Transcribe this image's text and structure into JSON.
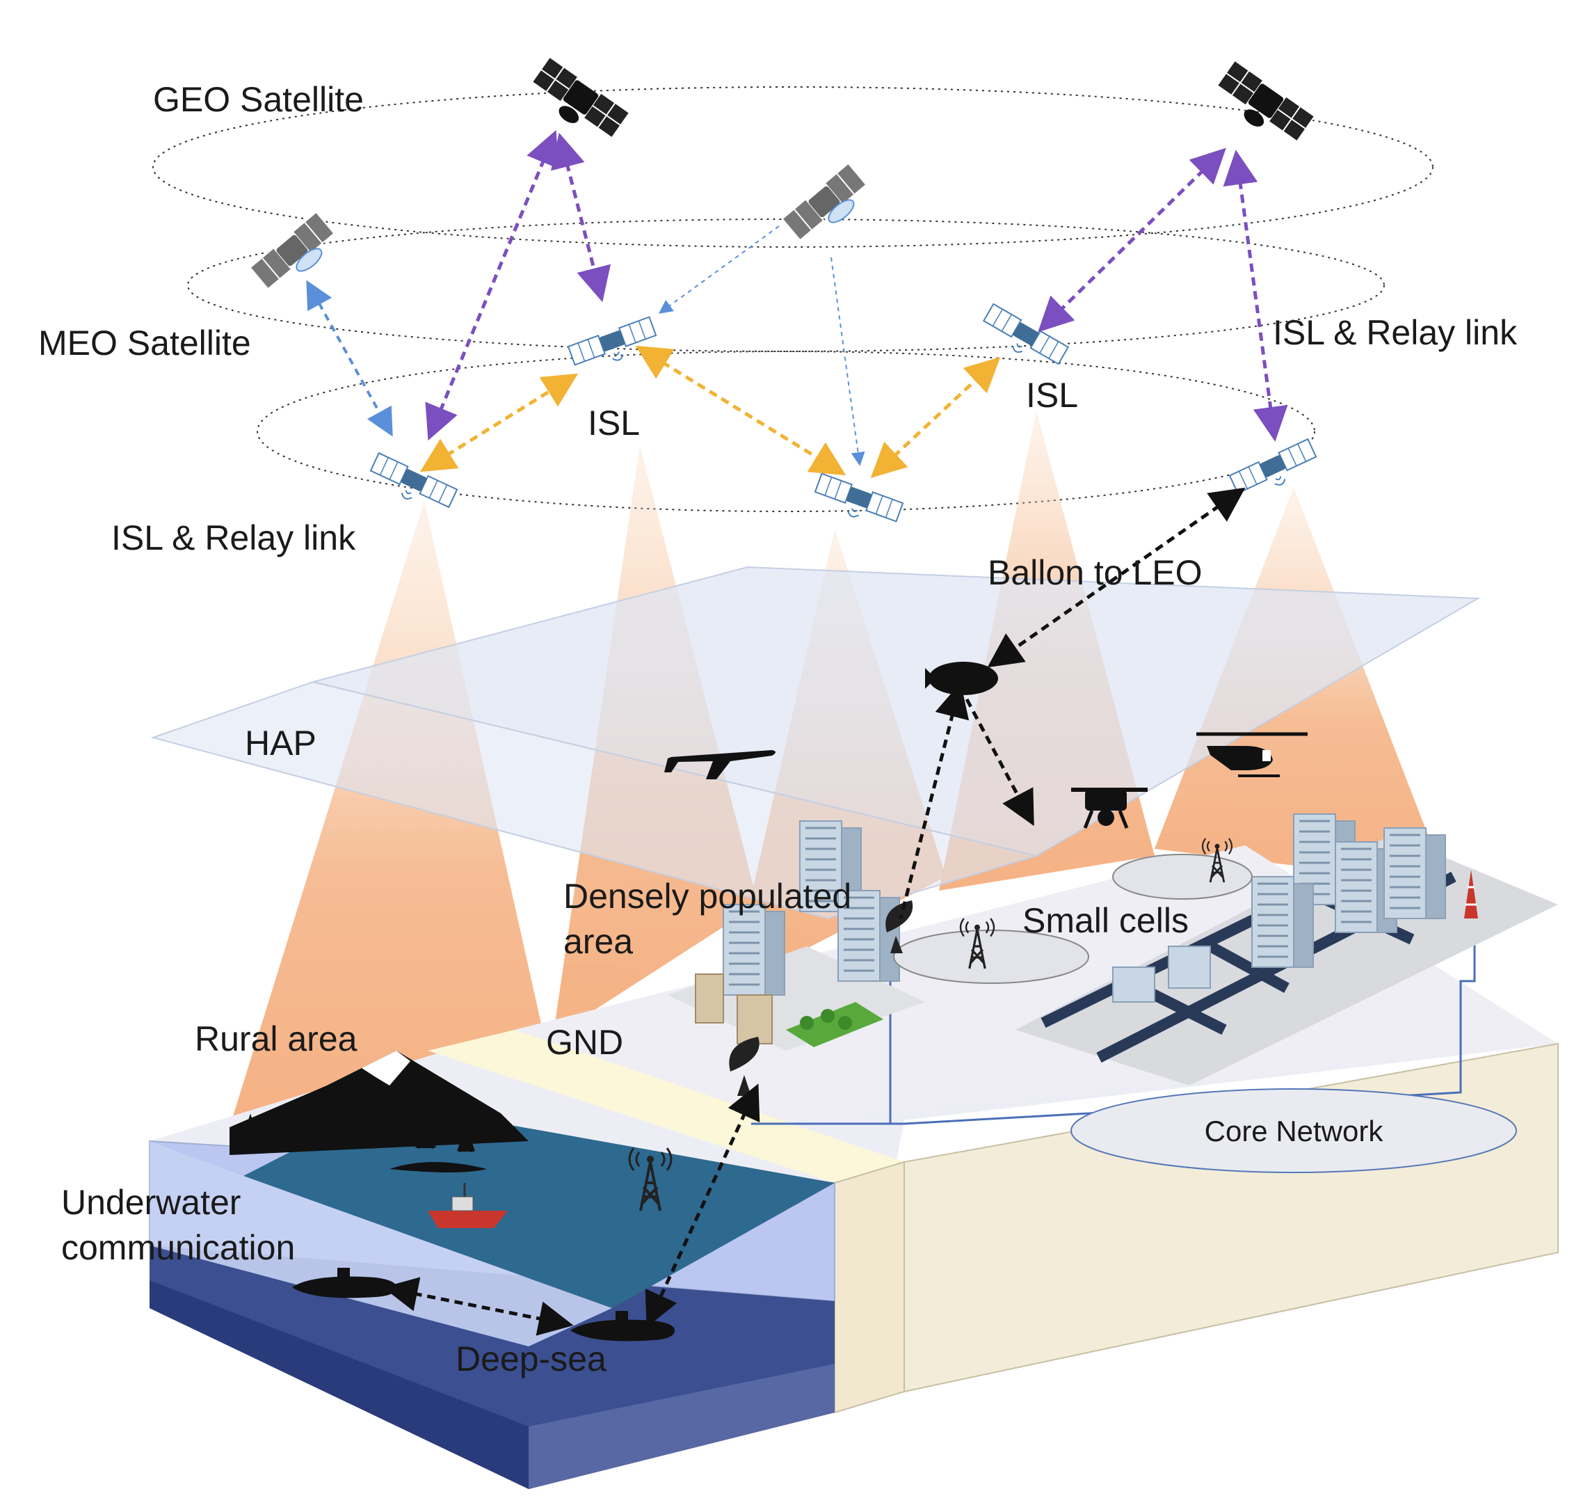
{
  "labels": {
    "geo": "GEO Satellite",
    "meo": "MEO Satellite",
    "isl_mid": "ISL",
    "isl_right": "ISL",
    "isl_relay_left": "ISL & Relay link",
    "isl_relay_right": "ISL & Relay link",
    "balloon_leo": "Ballon to LEO",
    "hap": "HAP",
    "dense_line1": "Densely populated",
    "dense_line2": "area",
    "small_cells": "Small cells",
    "rural": "Rural area",
    "gnd": "GND",
    "core": "Core Network",
    "underwater_line1": "Underwater",
    "underwater_line2": "communication",
    "deep_sea": "Deep-sea"
  },
  "colors": {
    "geo_link": "#7b4fbf",
    "meo_link": "#5b8fd9",
    "isl_link": "#f2b233",
    "black_link": "#111111",
    "beam": "#f4a46a",
    "hap_plane": "#dfe6f3",
    "ocean_top": "#2e6990",
    "ocean_mid": "#aab8ee",
    "ocean_deep": "#1d2e6e",
    "ground": "#f4eedc",
    "core_ellipse": "#e9ebf0"
  },
  "icons": [
    "satellite-geo-icon",
    "satellite-meo-icon",
    "satellite-leo-icon",
    "airplane-icon",
    "balloon-icon",
    "drone-icon",
    "helicopter-icon",
    "antenna-tower-icon",
    "dish-antenna-icon",
    "submarine-icon",
    "ship-icon",
    "mountain-icon",
    "building-icon"
  ]
}
